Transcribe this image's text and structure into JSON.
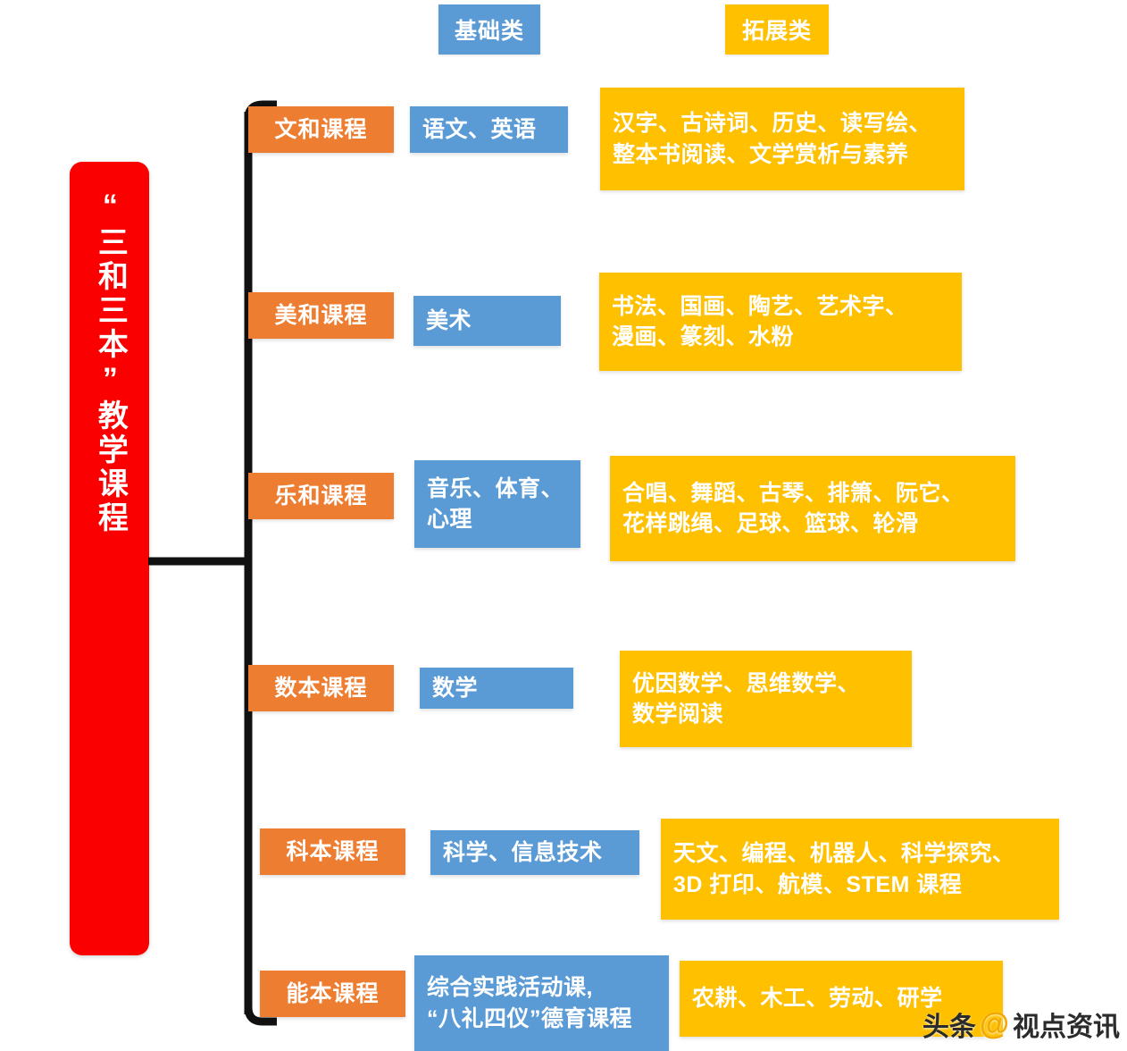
{
  "headers": {
    "basic": "基础类",
    "extend": "拓展类"
  },
  "trunk": {
    "label": "“三和三本”教学课程"
  },
  "colors": {
    "trunk": "#FA0000",
    "category": "#ED7D31",
    "basic": "#5B9BD5",
    "extend": "#FFC000",
    "bracket": "#111111",
    "text": "#FFFFFF"
  },
  "rows": [
    {
      "category": "文和课程",
      "basic": "语文、英语",
      "extend": "汉字、古诗词、历史、读写绘、\n整本书阅读、文学赏析与素养"
    },
    {
      "category": "美和课程",
      "basic": "美术",
      "extend": "书法、国画、陶艺、艺术字、\n漫画、篆刻、水粉"
    },
    {
      "category": "乐和课程",
      "basic": "音乐、体育、\n心理",
      "extend": "合唱、舞蹈、古琴、排箫、阮它、\n花样跳绳、足球、篮球、轮滑"
    },
    {
      "category": "数本课程",
      "basic": "数学",
      "extend": "优因数学、思维数学、\n数学阅读"
    },
    {
      "category": "科本课程",
      "basic": "科学、信息技术",
      "extend": "天文、编程、机器人、科学探究、\n3D 打印、航模、STEM 课程"
    },
    {
      "category": "能本课程",
      "basic": "综合实践活动课,\n“八礼四仪”德育课程",
      "extend": "农耕、木工、劳动、研学"
    }
  ],
  "watermark": {
    "brand": "头条",
    "at": "@",
    "name": "视点资讯"
  }
}
